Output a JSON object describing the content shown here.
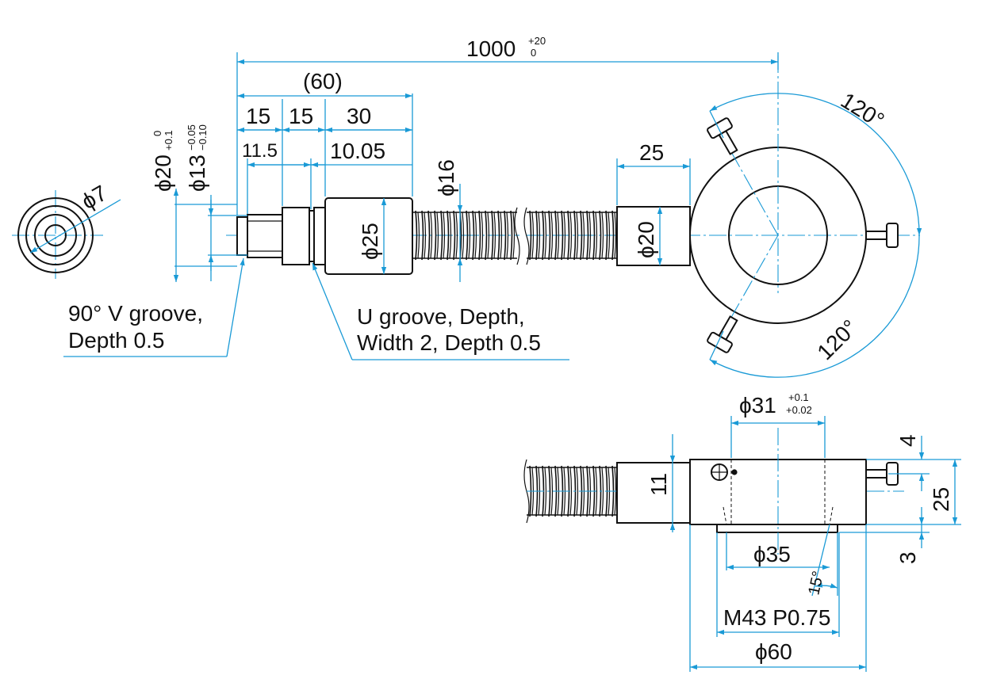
{
  "overall_length": {
    "value": "1000",
    "tol_upper": "+20",
    "tol_lower": "0"
  },
  "ref_length": "(60)",
  "segments": {
    "a": "15",
    "b": "15",
    "c": "30"
  },
  "sub_lengths": {
    "a": "11.5",
    "b": "10.05"
  },
  "diameters": {
    "d20": {
      "label": "ϕ20",
      "tol_upper": "0",
      "tol_lower": "+0.1"
    },
    "d13": {
      "label": "ϕ13",
      "tol_upper": "−0.05",
      "tol_lower": "−0.10"
    },
    "d7": "ϕ7",
    "d16": "ϕ16",
    "d25": "ϕ25",
    "d20b": "ϕ20",
    "d31": {
      "label": "ϕ31",
      "tol_upper": "+0.1",
      "tol_lower": "+0.02"
    },
    "d35": "ϕ35",
    "d60": "ϕ60"
  },
  "ring_length": "25",
  "angles": {
    "a1": "120°",
    "a2": "120°",
    "taper": "15°"
  },
  "notes": {
    "v_groove": [
      "90° V groove,",
      "Depth 0.5"
    ],
    "u_groove": [
      "U groove, Depth,",
      "Width 2, Depth 0.5"
    ]
  },
  "side_view": {
    "h11": "11",
    "h4": "4",
    "h25": "25",
    "h3": "3",
    "thread": "M43 P0.75"
  }
}
